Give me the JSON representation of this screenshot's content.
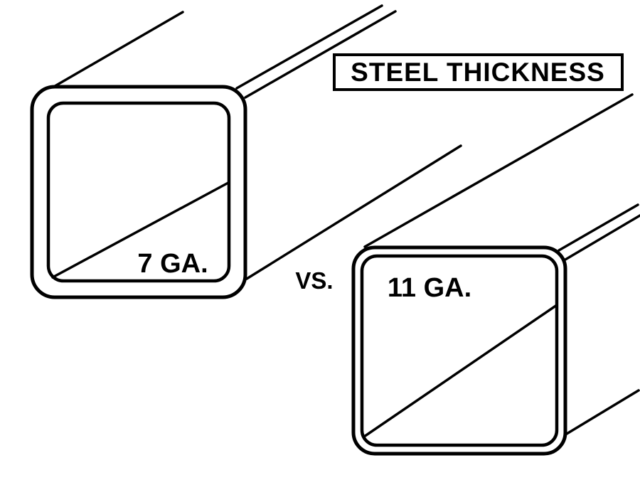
{
  "title": {
    "label": "STEEL THICKNESS"
  },
  "comparison": {
    "vs_label": "VS."
  },
  "tubes": [
    {
      "label": "7 GA."
    },
    {
      "label": "11 GA."
    }
  ],
  "colors": {
    "line": "#000000",
    "background": "#ffffff"
  }
}
